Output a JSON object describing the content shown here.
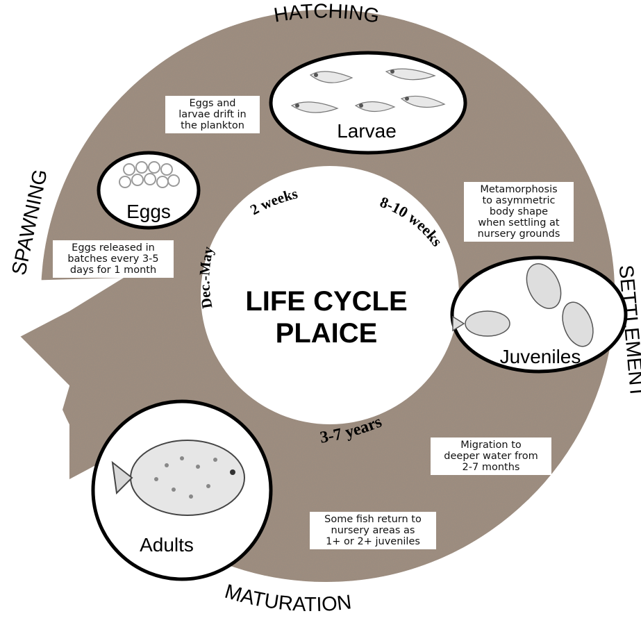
{
  "title": {
    "line1": "LIFE CYCLE",
    "line2": "PLAICE"
  },
  "stages": {
    "hatching": "HATCHING",
    "spawning": "SPAWNING",
    "settlement": "SETTLEMENT",
    "maturation": "MATURATION"
  },
  "circles": {
    "eggs": "Eggs",
    "larvae": "Larvae",
    "juveniles": "Juveniles",
    "adults": "Adults"
  },
  "durations": {
    "dec_may": "Dec.-May",
    "two_weeks": "2 weeks",
    "eight_ten_weeks": "8-10 weeks",
    "three_seven_years": "3-7 years"
  },
  "notes": {
    "drift": "Eggs and\nlarvae drift in\nthe plankton",
    "released": "Eggs released in\nbatches every 3-5\ndays for 1 month",
    "metamorphosis": "Metamorphosis\nto asymmetric\nbody shape\nwhen settling at\nnursery grounds",
    "migration": "Migration to\ndeeper water from\n2-7 months",
    "return": "Some fish return to\nnursery areas as\n1+ or 2+ juveniles"
  },
  "colors": {
    "ring": "#9e8d7f",
    "ring_dark": "#6f6258",
    "outline": "#000000",
    "text": "#000000"
  }
}
